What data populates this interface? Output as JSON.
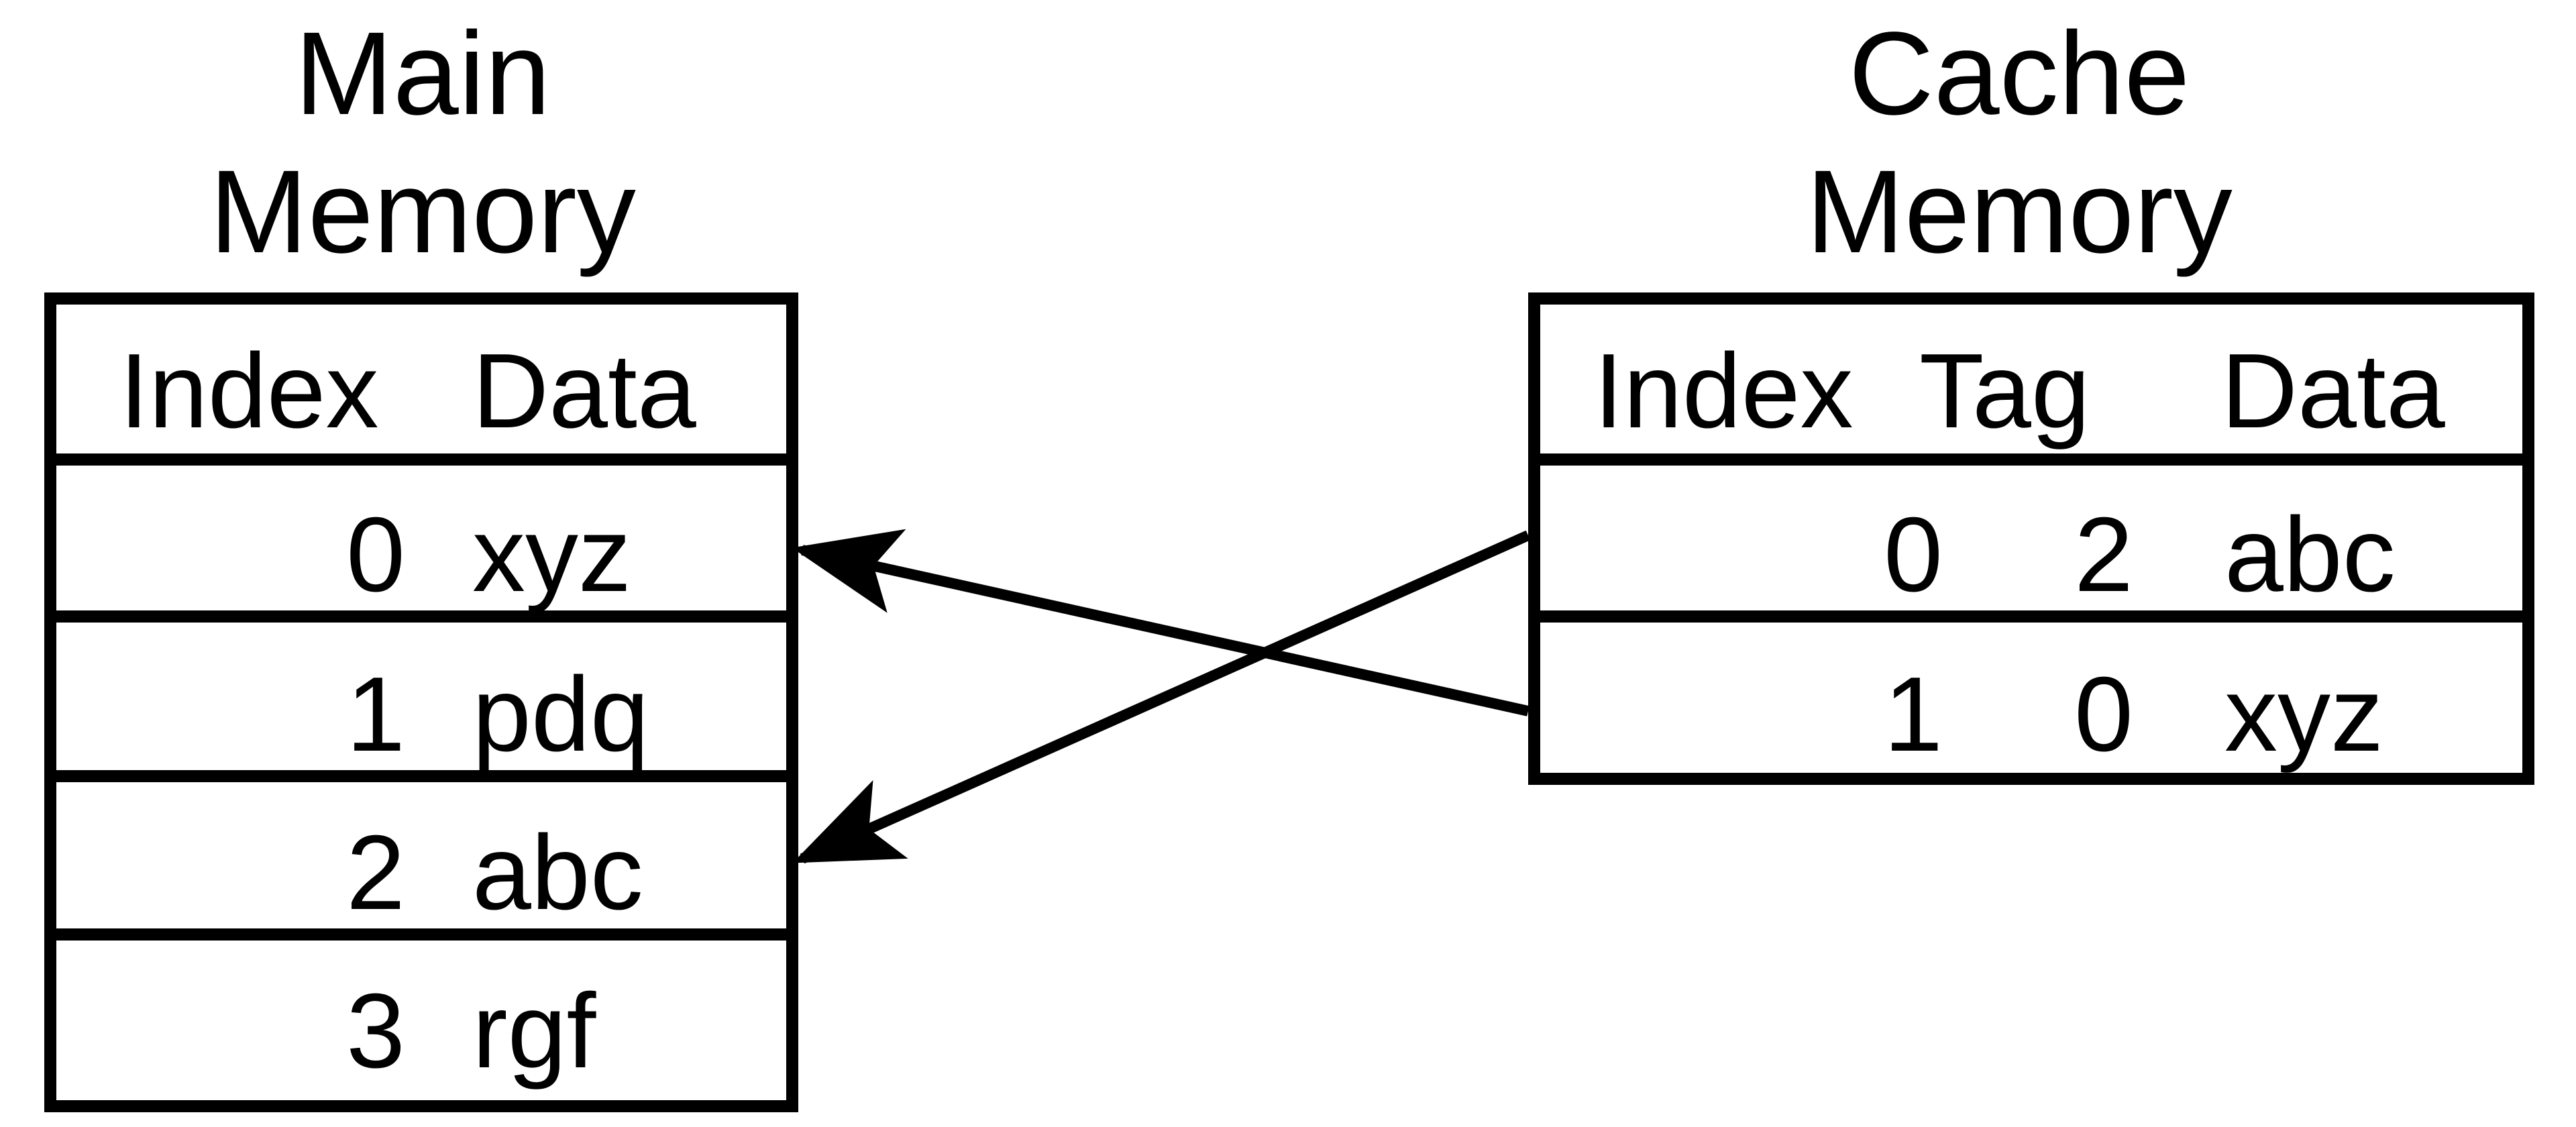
{
  "main_memory": {
    "title_line1": "Main",
    "title_line2": "Memory",
    "headers": {
      "index": "Index",
      "data": "Data"
    },
    "rows": [
      {
        "index": "0",
        "data": "xyz"
      },
      {
        "index": "1",
        "data": "pdq"
      },
      {
        "index": "2",
        "data": "abc"
      },
      {
        "index": "3",
        "data": "rgf"
      }
    ]
  },
  "cache_memory": {
    "title_line1": "Cache",
    "title_line2": "Memory",
    "headers": {
      "index": "Index",
      "tag": "Tag",
      "data": "Data"
    },
    "rows": [
      {
        "index": "0",
        "tag": "2",
        "data": "abc"
      },
      {
        "index": "1",
        "tag": "0",
        "data": "xyz"
      }
    ]
  },
  "connections": [
    {
      "from": "cache-row-1",
      "to": "main-row-0"
    },
    {
      "from": "cache-row-0",
      "to": "main-row-2"
    }
  ]
}
